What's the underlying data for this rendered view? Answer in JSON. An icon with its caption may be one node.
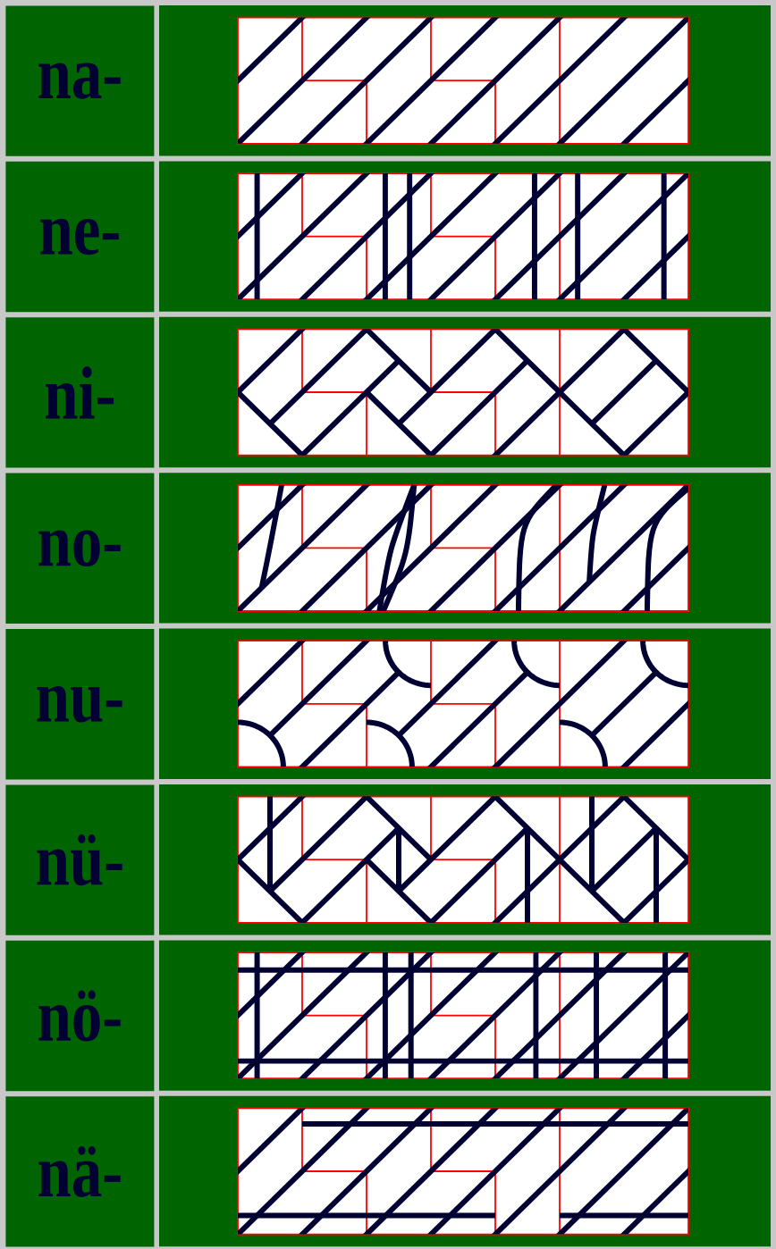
{
  "diagram": {
    "labels": [
      "na-",
      "ne-",
      "ni-",
      "no-",
      "nu-",
      "nü-",
      "nö-",
      "nä-"
    ]
  }
}
